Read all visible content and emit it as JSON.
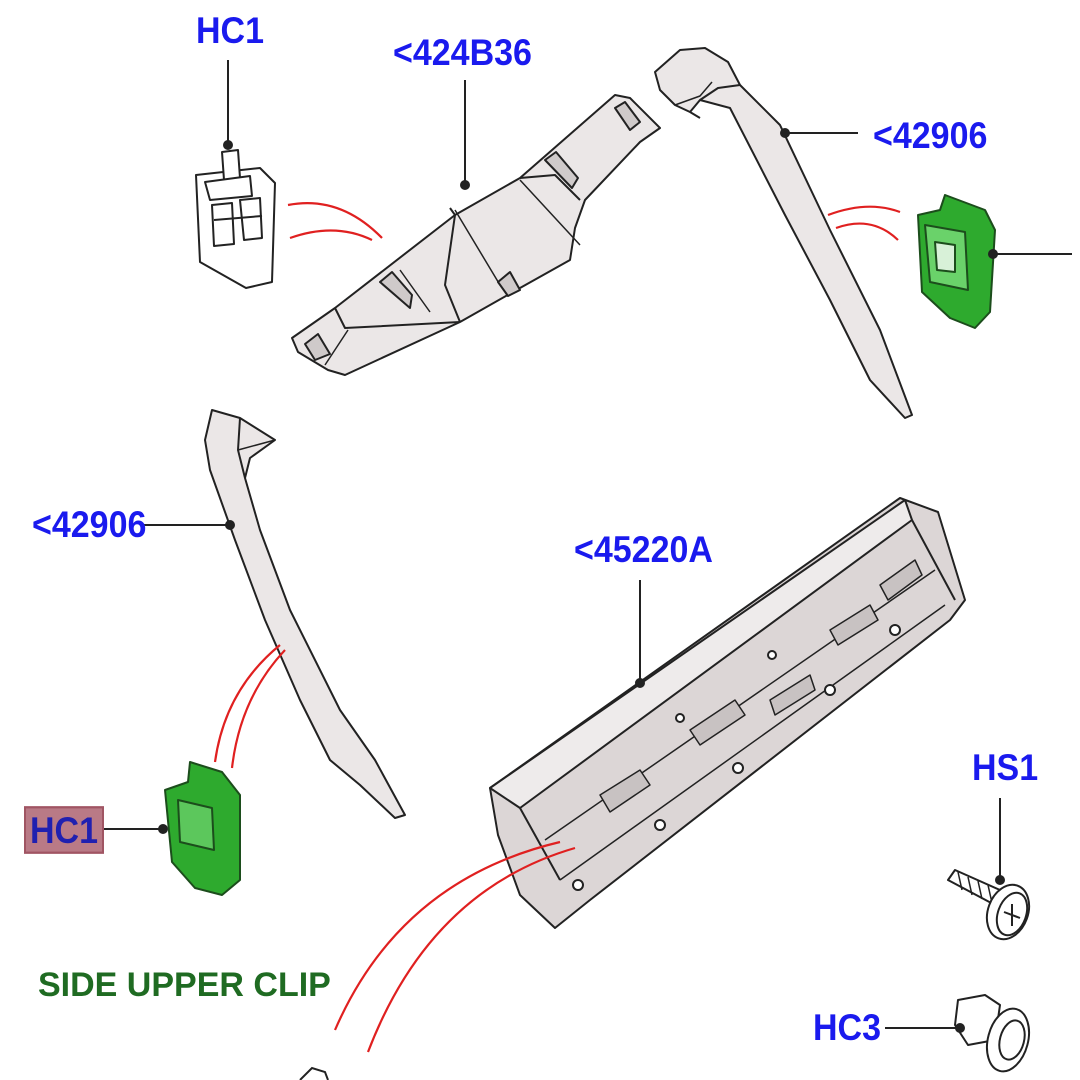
{
  "diagram": {
    "labels": {
      "hc1_top": "HC1",
      "part_424b36": "<424B36",
      "part_42906_right": "<42906",
      "part_42906_left": "<42906",
      "part_45220a": "<45220A",
      "hc1_highlight": "HC1",
      "hs1": "HS1",
      "hc3": "HC3"
    },
    "caption": "SIDE UPPER CLIP",
    "colors": {
      "label_blue": "#1a1aee",
      "caption_green": "#1f6b22",
      "clip_green": "#2eaa2e",
      "guide_red": "#e02020",
      "part_fill": "#e6e2e2",
      "highlight": "#b97a86"
    }
  }
}
